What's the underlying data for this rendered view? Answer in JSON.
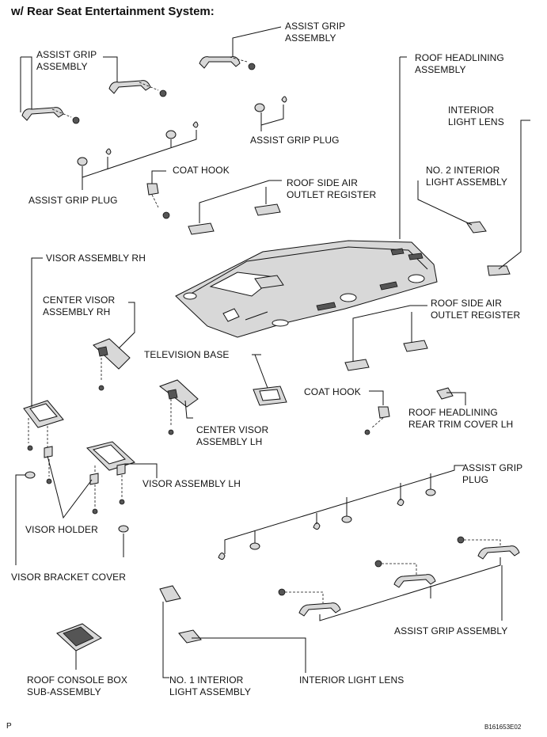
{
  "title": "w/ Rear Seat Entertainment System:",
  "labels": {
    "assist_grip_assembly_top_right": "ASSIST GRIP\nASSEMBLY",
    "assist_grip_assembly_top_left": "ASSIST GRIP\nASSEMBLY",
    "roof_headlining_assembly": "ROOF HEADLINING\nASSEMBLY",
    "interior_light_lens_top": "INTERIOR\nLIGHT LENS",
    "assist_grip_plug_upper": "ASSIST GRIP PLUG",
    "coat_hook_left": "COAT HOOK",
    "no2_interior_light_assembly": "NO. 2 INTERIOR\nLIGHT ASSEMBLY",
    "roof_side_air_outlet_register_top": "ROOF SIDE AIR\nOUTLET REGISTER",
    "assist_grip_plug_left": "ASSIST GRIP PLUG",
    "visor_assembly_rh": "VISOR ASSEMBLY RH",
    "center_visor_assembly_rh": "CENTER VISOR\nASSEMBLY RH",
    "roof_side_air_outlet_register_right": "ROOF SIDE AIR\nOUTLET REGISTER",
    "television_base": "TELEVISION BASE",
    "coat_hook_right": "COAT HOOK",
    "roof_headlining_rear_trim_cover_lh": "ROOF HEADLINING\nREAR TRIM COVER LH",
    "center_visor_assembly_lh": "CENTER VISOR\nASSEMBLY LH",
    "assist_grip_plug_right": "ASSIST GRIP\nPLUG",
    "visor_assembly_lh": "VISOR ASSEMBLY LH",
    "visor_holder": "VISOR HOLDER",
    "visor_bracket_cover": "VISOR BRACKET COVER",
    "assist_grip_assembly_bottom": "ASSIST GRIP ASSEMBLY",
    "roof_console_box_sub_assembly": "ROOF CONSOLE BOX\nSUB-ASSEMBLY",
    "no1_interior_light_assembly": "NO. 1 INTERIOR\nLIGHT ASSEMBLY",
    "interior_light_lens_bottom": "INTERIOR LIGHT LENS"
  },
  "corner_left": "P",
  "figure_code": "B161653E02",
  "colors": {
    "line": "#111111",
    "part_fill": "#d8d8d8"
  }
}
